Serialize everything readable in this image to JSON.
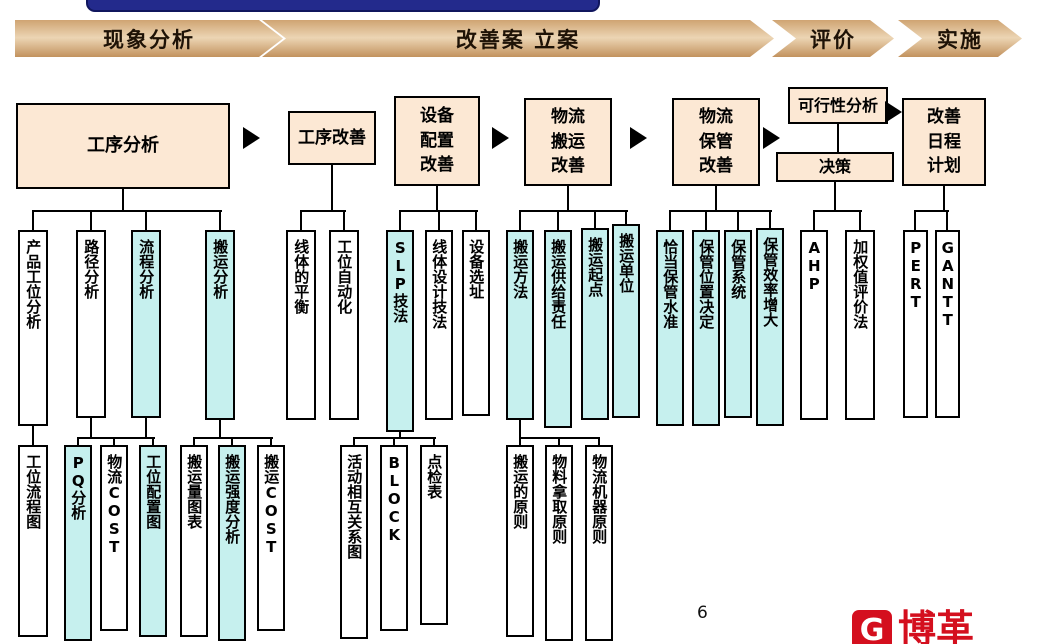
{
  "banner": {
    "phases": [
      "现象分析",
      "改善案 立案",
      "评价",
      "实施"
    ]
  },
  "flow": {
    "process_analysis": "工序分析",
    "process_improve": "工序改善",
    "equipment_layout": "设备\n配置\n改善",
    "handling_improve": "物流\n搬运\n改善",
    "storage_improve": "物流\n保管\n改善",
    "feasibility": "可行性分析",
    "decision": "决策",
    "schedule_plan": "改善\n日程\n计划"
  },
  "methods": {
    "process": [
      "产品工位分析",
      "路径分析",
      "流程分析",
      "搬运分析"
    ],
    "process_improve": [
      "线体的平衡",
      "工位自动化"
    ],
    "equipment": [
      "SLP技法",
      "线体设计技法",
      "设备选址"
    ],
    "handling": [
      "搬运方法",
      "搬运供给责任",
      "搬运起点",
      "搬运单位"
    ],
    "storage": [
      "恰当保管水准",
      "保管位置决定",
      "保管系统",
      "保管效率增大"
    ],
    "decision": [
      "AHP",
      "加权值评价法"
    ],
    "schedule": [
      "PERT",
      "GANTT"
    ]
  },
  "tools": {
    "process": [
      "工位流程图",
      "PQ分析",
      "物流COST",
      "工位配置图",
      "搬运量图表",
      "搬运强度分析",
      "搬运COST"
    ],
    "slp": [
      "活动相互关系图",
      "BLOCK",
      "点检表"
    ],
    "handling": [
      "搬运的原则",
      "物料拿取原则",
      "物流机器原则"
    ]
  },
  "footer": {
    "page_number": "6",
    "logo_text": "博革",
    "logo_mark": "G"
  },
  "colors": {
    "highlight": "#c6f0ee",
    "flow_fill": "#fce8d4",
    "banner_fill": "#c99e6f"
  }
}
